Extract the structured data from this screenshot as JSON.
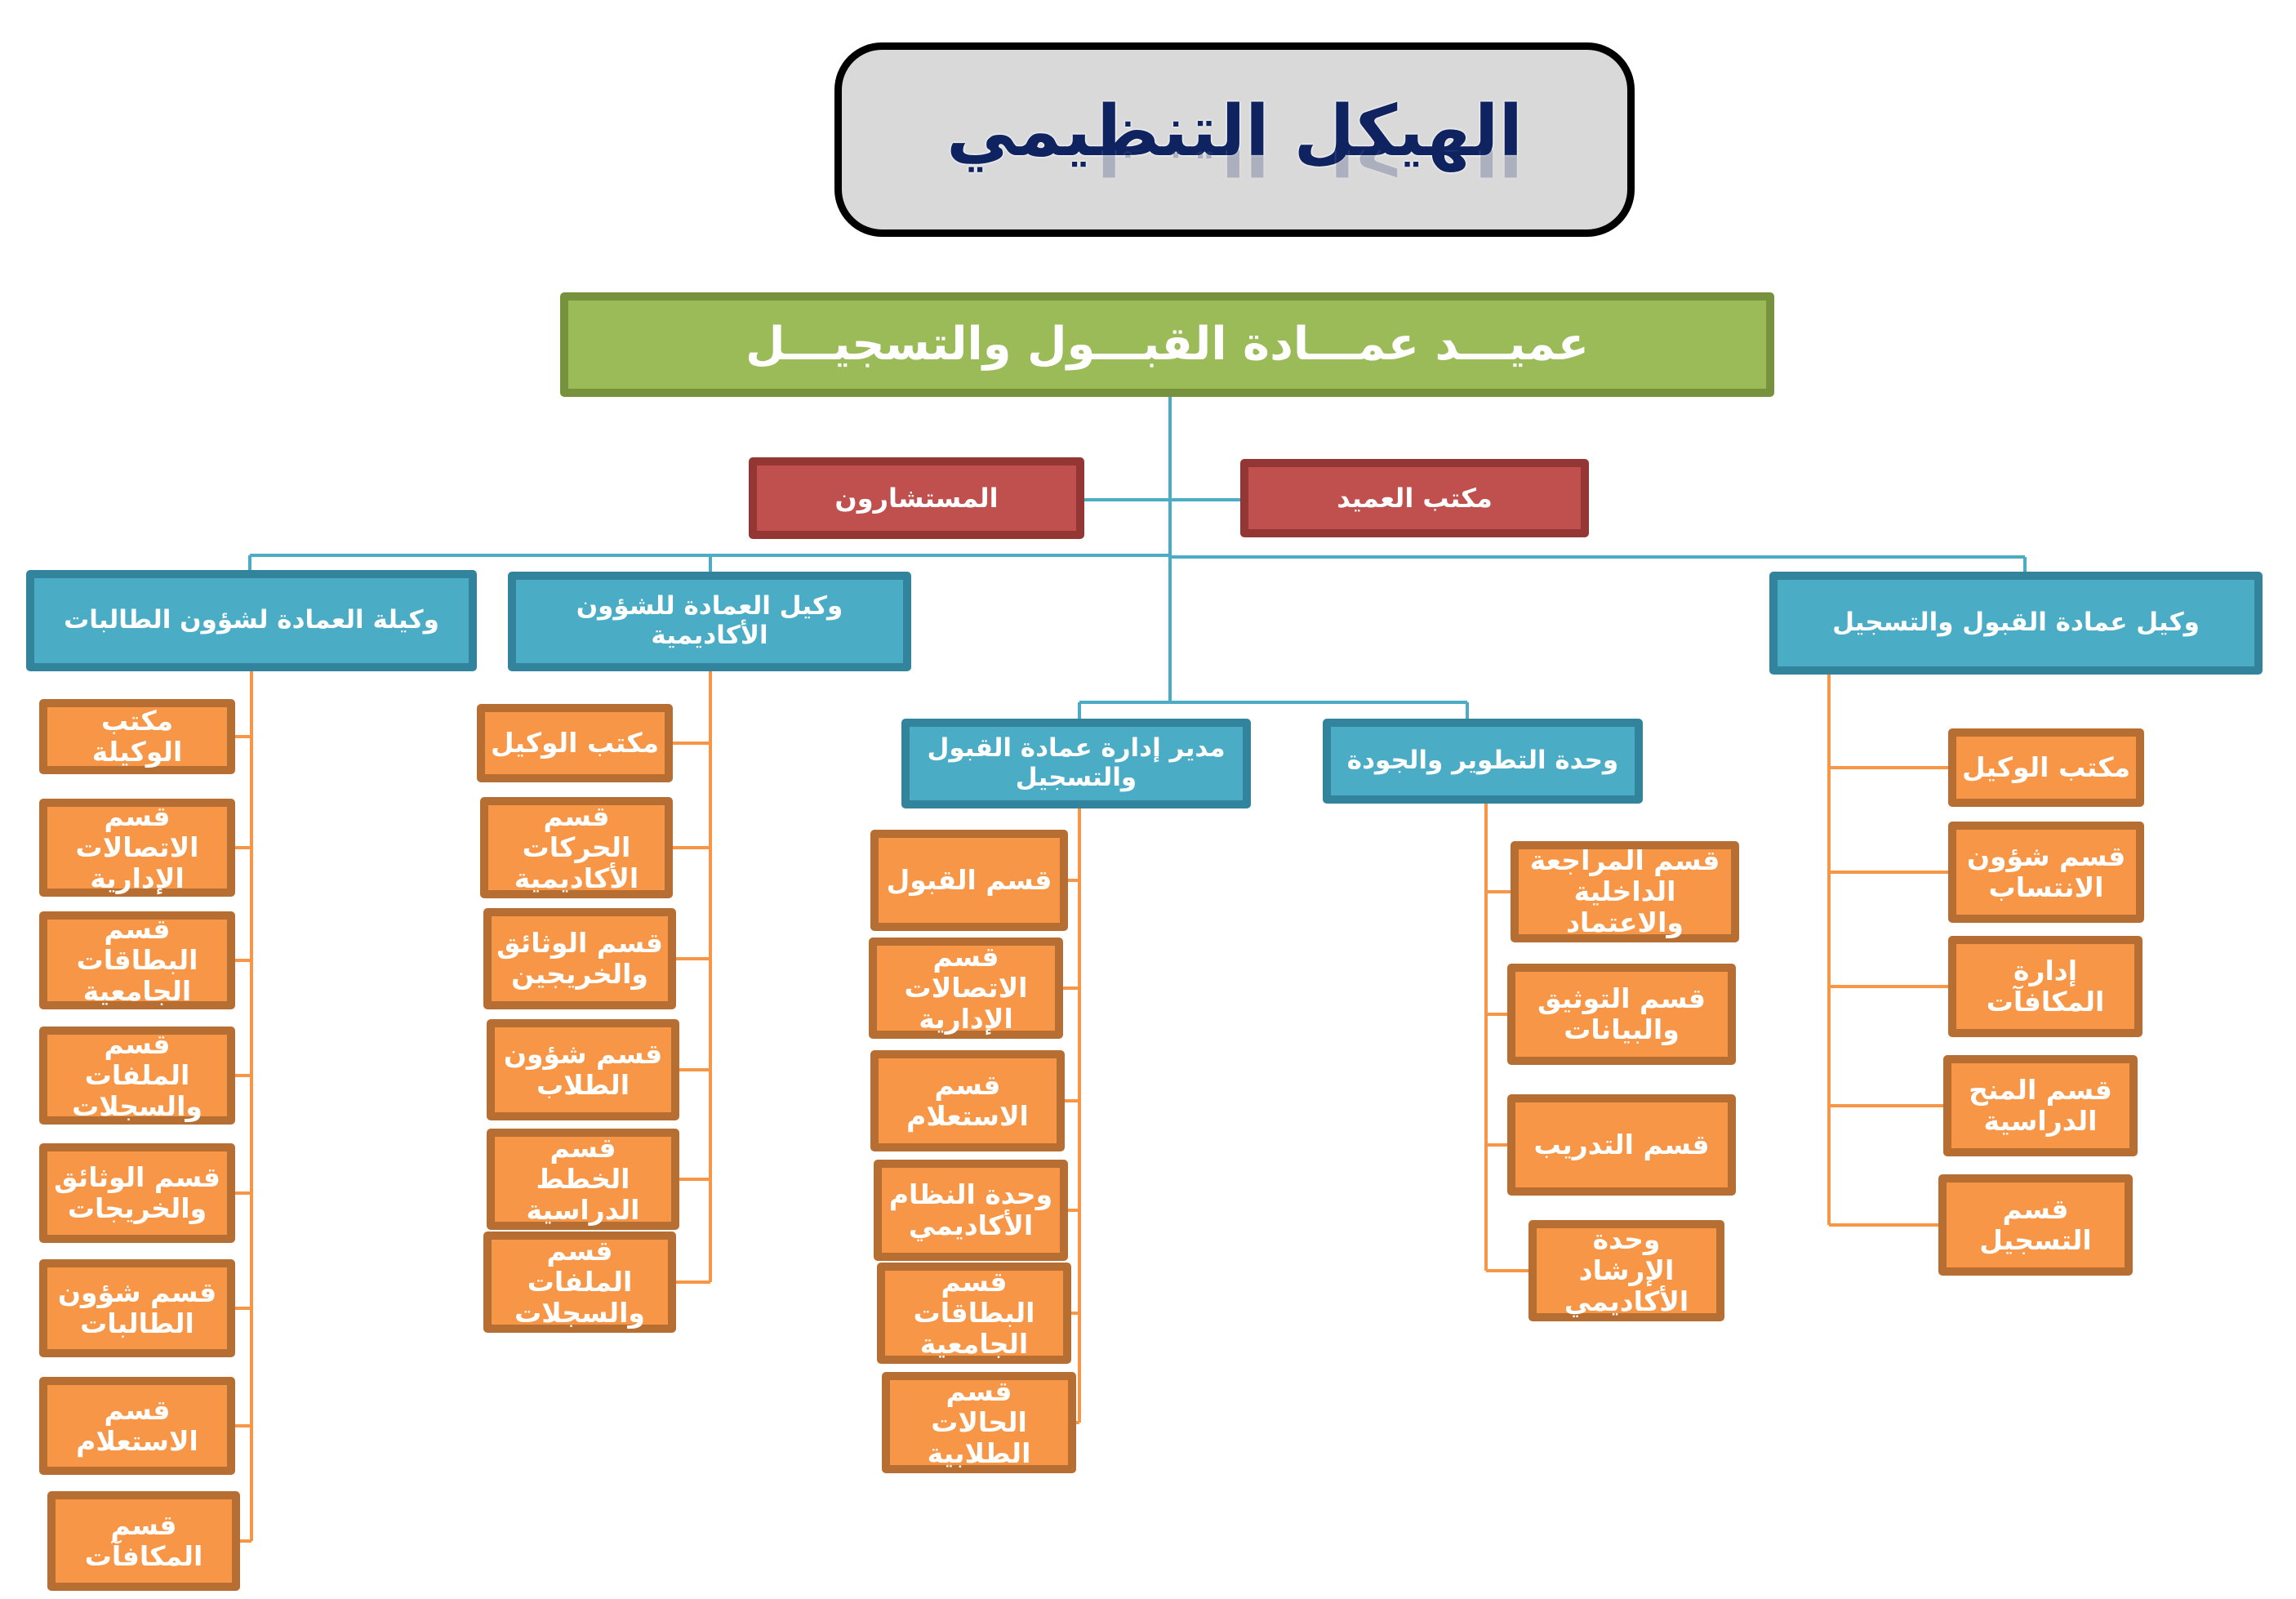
{
  "title": "الهيكل التنظيمي",
  "dean": "عميـــد عمـــادة القبـــول والتسجيـــل",
  "dean_staff": {
    "advisors": "المستشارون",
    "dean_office": "مكتب العميد"
  },
  "branches": {
    "female_student_affairs": {
      "head": "وكيلة العمادة لشؤون الطالبات",
      "units": [
        "مكتب الوكيلة",
        "قسم الاتصالات الإدارية",
        "قسم البطاقات الجامعية",
        "قسم الملفات والسجلات",
        "قسم الوثائق والخريجات",
        "قسم شؤون الطالبات",
        "قسم الاستعلام",
        "قسم المكافآت"
      ]
    },
    "academic_affairs": {
      "head": "وكيل العمادة للشؤون الأكاديمية",
      "units": [
        "مكتب الوكيل",
        "قسم الحركات الأكاديمية",
        "قسم الوثائق والخريجين",
        "قسم شؤون الطلاب",
        "قسم الخطط الدراسية",
        "قسم الملفات والسجلات"
      ]
    },
    "administration_director": {
      "head": "مدير إدارة عمادة القبول والتسجيل",
      "units": [
        "قسم القبول",
        "قسم الاتصالات الإدارية",
        "قسم الاستعلام",
        "وحدة النظام الأكاديمي",
        "قسم البطاقات الجامعية",
        "قسم الحالات الطلابية"
      ]
    },
    "development_quality": {
      "head": "وحدة التطوير والجودة",
      "units": [
        "قسم المراجعة الداخلية والاعتماد",
        "قسم التوثيق والبيانات",
        "قسم التدريب",
        "وحدة الإرشاد الأكاديمي"
      ]
    },
    "admission_registration": {
      "head": "وكيل عمادة القبول والتسجيل",
      "units": [
        "مكتب الوكيل",
        "قسم شؤون الانتساب",
        "إدارة المكافآت",
        "قسم المنح الدراسية",
        "قسم التسجيل"
      ]
    }
  },
  "colors": {
    "title_text": "#0f2360",
    "title_fill": "#d9d9d9",
    "dean_fill": "#9bbb59",
    "dean_border": "#76923c",
    "staff_fill": "#c0504d",
    "staff_border": "#943634",
    "head_fill": "#4bacc6",
    "head_border": "#31849b",
    "unit_fill": "#f79646",
    "unit_border": "#b76e32",
    "connector_blue": "#4bacc6",
    "connector_orange": "#f79646"
  }
}
